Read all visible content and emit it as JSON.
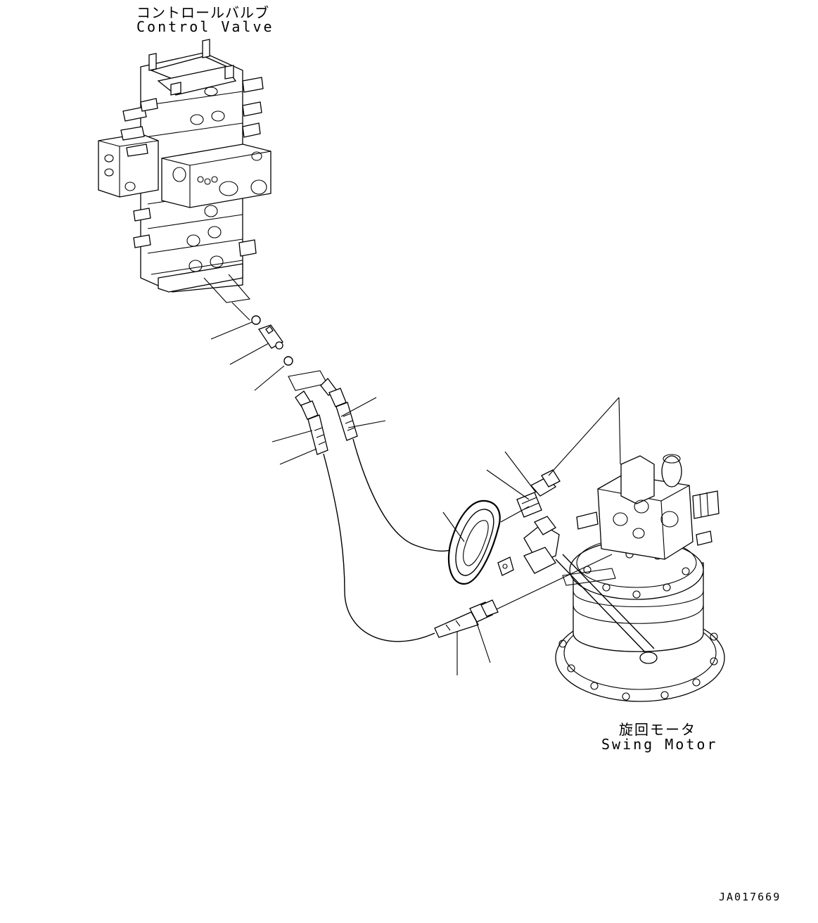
{
  "labels": {
    "control_valve_jp": "コントロールバルブ",
    "control_valve_en": "Control Valve",
    "swing_motor_jp": "旋回モータ",
    "swing_motor_en": "Swing Motor",
    "drawing_code": "JA017669"
  },
  "icons": {
    "control_valve": "control-valve-assembly",
    "swing_motor": "swing-motor-assembly",
    "hoses": "hydraulic-hose",
    "fittings": "connector-fitting",
    "o_rings": "o-ring",
    "clamp": "hose-clamp"
  }
}
